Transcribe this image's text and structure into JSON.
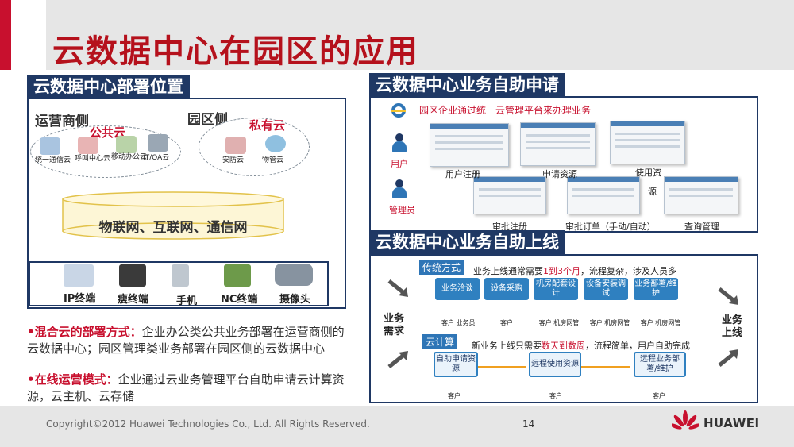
{
  "title": "云数据中心在园区的应用",
  "left_panel": {
    "heading": "云数据中心部署位置",
    "operator_side": "运营商侧",
    "park_side": "园区侧",
    "public_cloud": "公共云",
    "private_cloud": "私有云",
    "public_items": [
      "统一通信云",
      "呼叫中心云",
      "移动办公云",
      "IT/OA云"
    ],
    "private_items": [
      "安防云",
      "物管云"
    ],
    "network": "物联网、互联网、通信网",
    "terminals": [
      "IP终端",
      "瘦终端",
      "手机",
      "NC终端",
      "摄像头"
    ]
  },
  "description": {
    "hybrid_label": "•混合云的部署方式：",
    "hybrid_text": "企业办公类公共业务部署在运营商侧的云数据中心；园区管理类业务部署在园区侧的云数据中心",
    "online_label": "•在线运营模式：",
    "online_text": "企业通过云业务管理平台自助申请云计算资源，云主机、云存储"
  },
  "self_service": {
    "heading": "云数据中心业务自助申请",
    "note": "园区企业通过统一云管理平台来办理业务",
    "roles": [
      "用户",
      "管理员"
    ],
    "steps_top": [
      "用户注册",
      "申请资源",
      "使用资",
      "源"
    ],
    "steps_bottom": [
      "审批注册",
      "审批订单（手动/自动）",
      "查询管理"
    ]
  },
  "online": {
    "heading": "云数据中心业务自助上线",
    "left_label": "业务需求",
    "right_label": "业务上线",
    "traditional_tag": "传统方式",
    "traditional_text_a": "业务上线通常需要",
    "traditional_text_red": "1到3个月",
    "traditional_text_b": "，流程复杂，涉及人员多",
    "traditional_steps": [
      "业务洽谈",
      "设备采购",
      "机房配套设计",
      "设备安装调试",
      "业务部署/维护"
    ],
    "traditional_actors": [
      "客户 业务员",
      "客户",
      "客户 机房网管",
      "客户 机房网管",
      "客户 机房网管"
    ],
    "cloud_tag": "云计算",
    "cloud_text_a": "新业务上线只需要",
    "cloud_text_red": "数天到数周",
    "cloud_text_b": "，流程简单，用户自助完成",
    "cloud_steps": [
      "自助申请资源",
      "远程使用资源",
      "远程业务部署/维护"
    ],
    "cloud_actors": [
      "客户",
      "客户",
      "客户"
    ]
  },
  "footer": {
    "copyright": "Copyright©2012 Huawei Technologies Co., Ltd. All Rights Reserved.",
    "page": "14",
    "brand": "HUAWEI"
  },
  "colors": {
    "brand_red": "#c8102e",
    "navy": "#1f3864",
    "blue": "#2f80c0"
  }
}
